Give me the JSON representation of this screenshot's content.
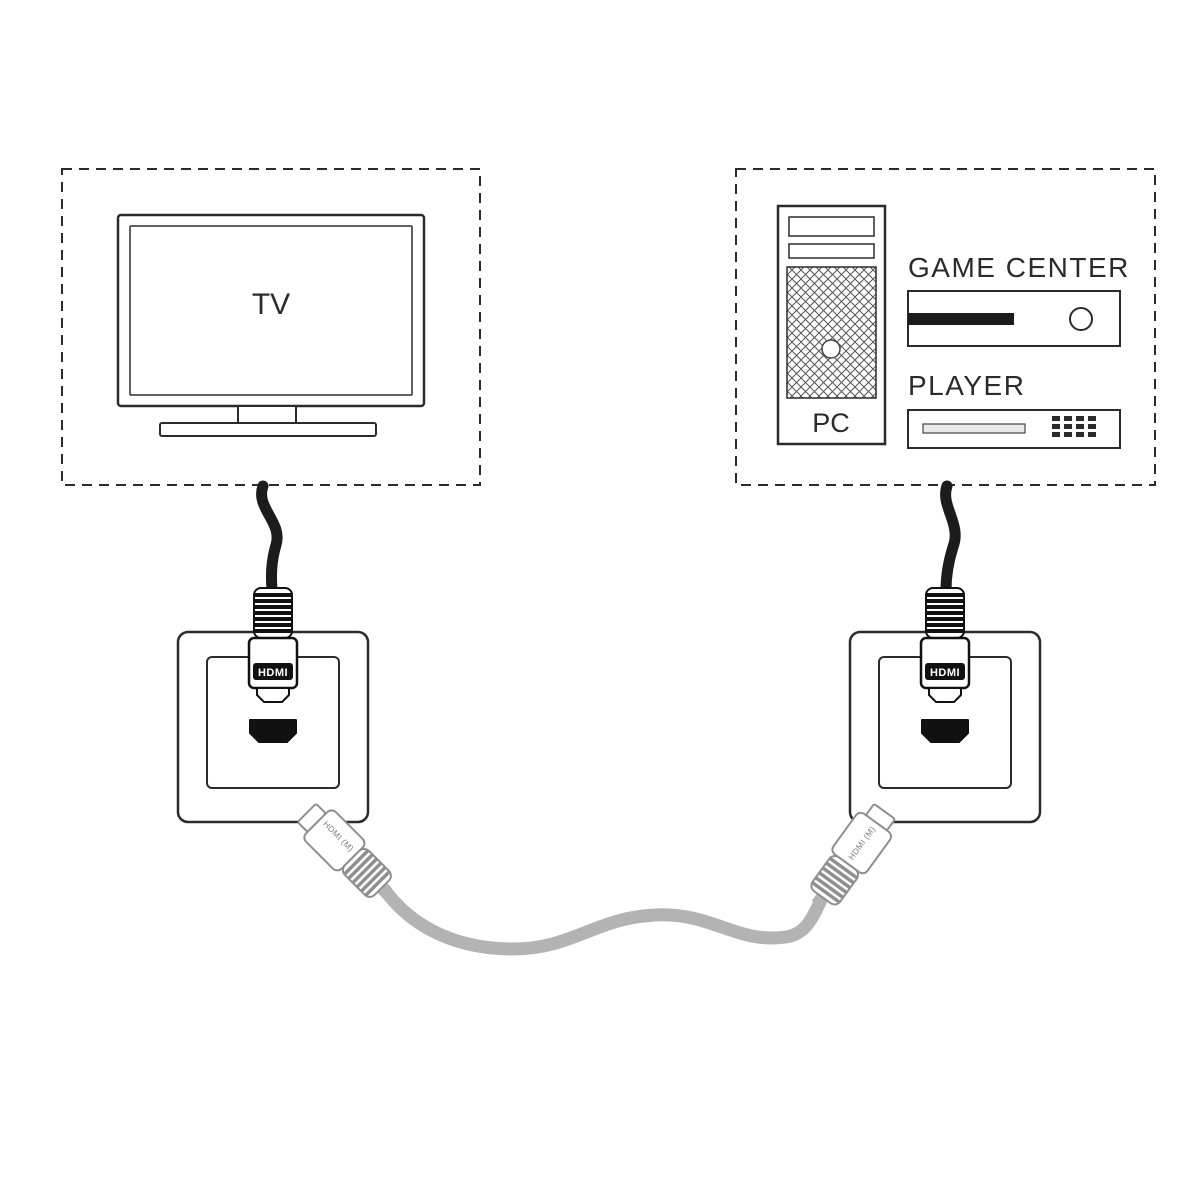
{
  "diagram": {
    "left_box": {
      "device_label": "TV"
    },
    "right_box": {
      "pc_label": "PC",
      "game_center_label": "GAME CENTER",
      "player_label": "PLAYER"
    },
    "left_wall_connection": {
      "plug_label": "HDMI",
      "male_plug_label": "HDMI (M)"
    },
    "right_wall_connection": {
      "plug_label": "HDMI",
      "male_plug_label": "HDMI (M)"
    },
    "colors": {
      "outline": "#2b2b2b",
      "black_cable": "#1c1c1c",
      "gray_cable": "#b3b3b3",
      "gray_connector": "#8f8f8f"
    }
  }
}
